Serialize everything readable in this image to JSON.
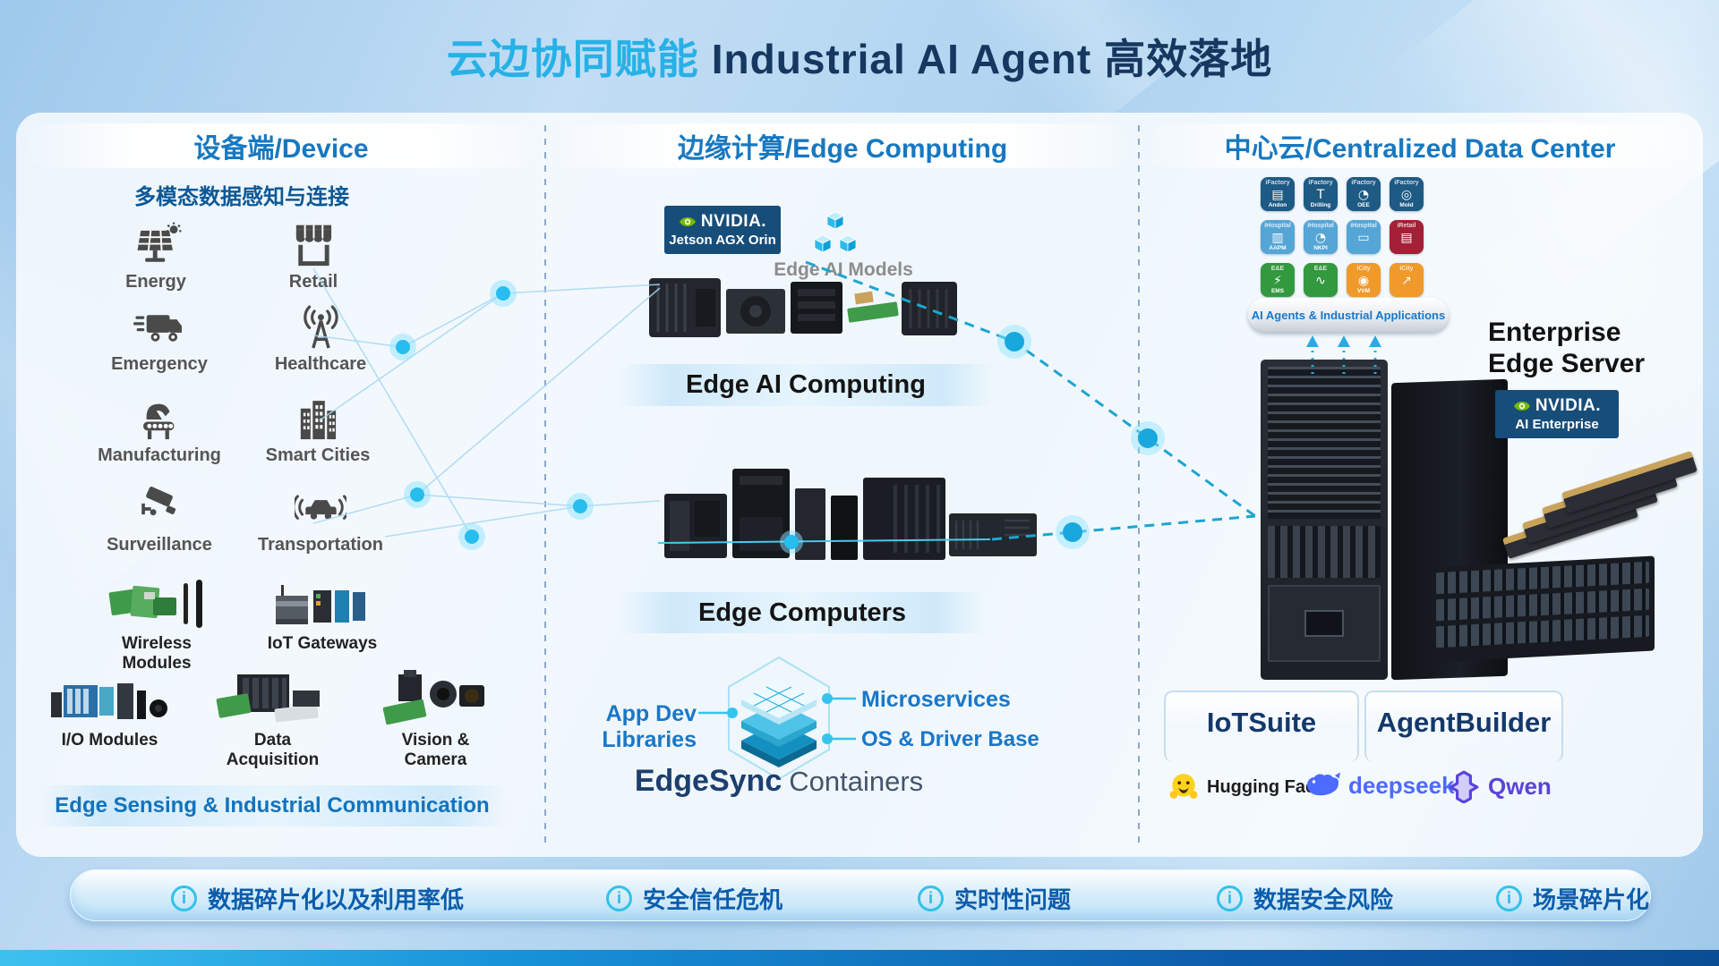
{
  "title": {
    "highlight": "云边协同赋能",
    "en": "Industrial AI Agent",
    "suffix": "高效落地"
  },
  "device": {
    "header": "设备端/Device",
    "subtitle": "多模态数据感知与连接",
    "sectors": [
      {
        "label": "Energy"
      },
      {
        "label": "Retail"
      },
      {
        "label": "Emergency"
      },
      {
        "label": "Healthcare"
      },
      {
        "label": "Manufacturing"
      },
      {
        "label": "Smart Cities"
      },
      {
        "label": "Surveillance"
      },
      {
        "label": "Transportation"
      }
    ],
    "hardware": [
      {
        "label": "Wireless Modules"
      },
      {
        "label": "IoT Gateways"
      },
      {
        "label": "I/O Modules"
      },
      {
        "label": "Data Acquisition"
      },
      {
        "label": "Vision & Camera"
      }
    ],
    "banner": "Edge Sensing & Industrial Communication"
  },
  "edge": {
    "header": "边缘计算/Edge Computing",
    "jetson_badge": {
      "brand": "NVIDIA.",
      "product": "Jetson AGX Orin"
    },
    "models_label": "Edge AI Models",
    "ai_banner": "Edge AI Computing",
    "computers_banner": "Edge Computers",
    "stack": {
      "left": "App Dev Libraries",
      "right_top": "Microservices",
      "right_bottom": "OS & Driver Base",
      "brand": "EdgeSync",
      "brand_suffix": "Containers"
    }
  },
  "cloud": {
    "header": "中心云/Centralized Data Center",
    "apps": [
      {
        "top": "iFactory",
        "bottom": "Andon",
        "glyph": "▤",
        "color": "#1d5a84"
      },
      {
        "top": "iFactory",
        "bottom": "Drilling",
        "glyph": "T",
        "color": "#1d5a84"
      },
      {
        "top": "iFactory",
        "bottom": "OEE",
        "glyph": "◔",
        "color": "#1d5a84"
      },
      {
        "top": "iFactory",
        "bottom": "Mold",
        "glyph": "◎",
        "color": "#1d5a84"
      },
      {
        "top": "iHospital",
        "bottom": "AAPM",
        "glyph": "▥",
        "color": "#55a6d6"
      },
      {
        "top": "iHospital",
        "bottom": "NKPI",
        "glyph": "◔",
        "color": "#55a6d6"
      },
      {
        "top": "iHospital",
        "bottom": "",
        "glyph": "▭",
        "color": "#55a6d6"
      },
      {
        "top": "iRetail",
        "bottom": "",
        "glyph": "▤",
        "color": "#a32036"
      },
      {
        "top": "E&E",
        "bottom": "EMS",
        "glyph": "⚡",
        "color": "#33993f"
      },
      {
        "top": "E&E",
        "bottom": "",
        "glyph": "∿",
        "color": "#33993f"
      },
      {
        "top": "iCity",
        "bottom": "VVM",
        "glyph": "◉",
        "color": "#f09a2b"
      },
      {
        "top": "iCity",
        "bottom": "",
        "glyph": "↗",
        "color": "#f09a2b"
      }
    ],
    "platform_label": "AI Agents & Industrial Applications",
    "server_title_line1": "Enterprise",
    "server_title_line2": "Edge Server",
    "ai_badge": {
      "brand": "NVIDIA.",
      "product": "AI Enterprise"
    },
    "products": [
      {
        "label": "IoTSuite"
      },
      {
        "label": "AgentBuilder"
      }
    ],
    "partners": [
      {
        "label": "Hugging Face",
        "color": "#1c1c1c"
      },
      {
        "label": "deepseek",
        "color": "#4d6bfe"
      },
      {
        "label": "Qwen",
        "color": "#5a43d8"
      }
    ]
  },
  "issues": [
    "数据碎片化以及利用率低",
    "安全信任危机",
    "实时性问题",
    "数据安全风险",
    "场景碎片化"
  ],
  "colors": {
    "accent_cyan": "#29abe2",
    "navy": "#16375f",
    "header_blue": "#1778c0",
    "issue_text": "#0c5cab",
    "nvidia_green": "#76b900",
    "deepseek_blue": "#4d6bfe",
    "qwen_purple": "#5a43d8",
    "huggingface_yellow": "#ffd21e"
  }
}
